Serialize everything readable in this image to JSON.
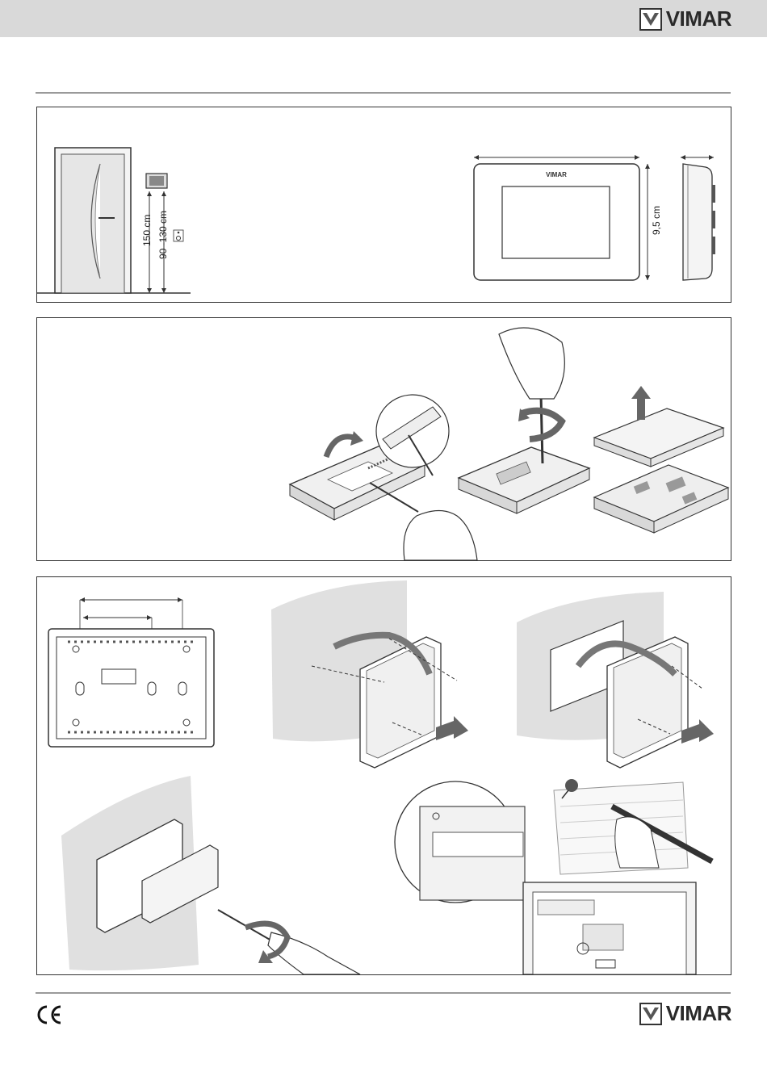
{
  "header": {
    "brand": "VIMAR",
    "logo_icon": "vimar-logo-icon",
    "bar_color": "#d9d9d9"
  },
  "panel1": {
    "height_label": "150 cm",
    "range_label": "90 -130 cm",
    "accessibility_icon": "wheelchair-icon",
    "device_logo": "VIMAR",
    "depth_label": "9,5 cm"
  },
  "panel2": {
    "icons": [
      "rotate-arrow-icon",
      "unscrew-arrow-icon",
      "lift-up-arrow-icon"
    ]
  },
  "panel3": {
    "icons": [
      "insert-arrow-icon",
      "screw-arrow-icon",
      "pin-icon",
      "pencil-icon"
    ]
  },
  "footer": {
    "brand": "VIMAR",
    "mark": "CE"
  }
}
